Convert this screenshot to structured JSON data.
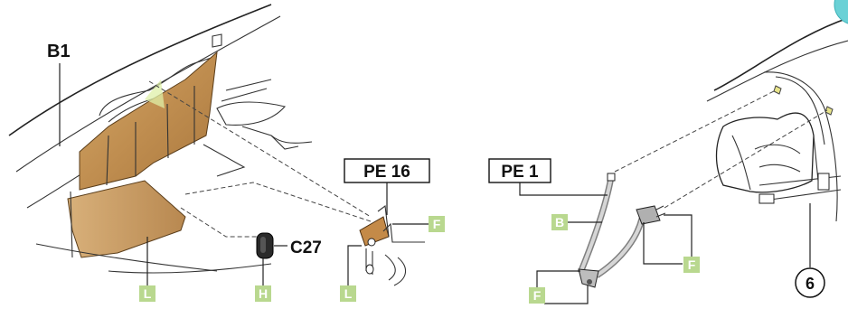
{
  "labels": {
    "b1": "B1",
    "c27": "C27",
    "pe16": "PE 16",
    "pe1": "PE 1",
    "six": "6"
  },
  "color_tags": {
    "l_left": "L",
    "h": "H",
    "l_right": "L",
    "f_pe16": "F",
    "b": "B",
    "f_buckle": "F",
    "f_strap": "F"
  },
  "colors": {
    "wood": "#c89a5a",
    "wood_dark": "#a87a3e",
    "tag_green": "#b9d88f",
    "teal_circle": "#6ad1d6",
    "c27_part": "#2a2a2a"
  }
}
